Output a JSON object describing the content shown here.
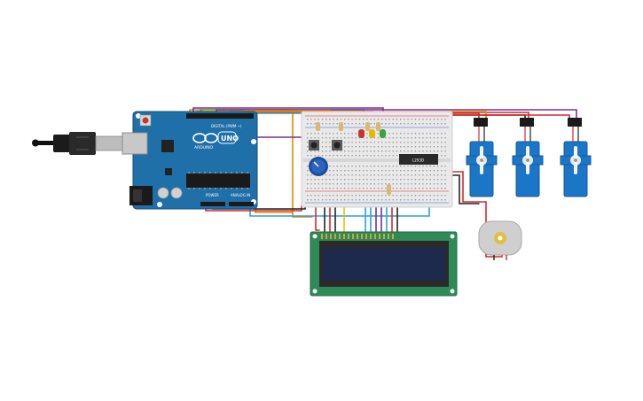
{
  "arduino": {
    "name_label": "ARDUINO",
    "model_label": "UNO",
    "digital_label": "DIGITAL (PWM ~)",
    "power_label": "POWER",
    "analog_label": "ANALOG IN"
  },
  "breadboard": {
    "ic_label": "L293D"
  },
  "colors": {
    "arduino_board": "#1f6fa8",
    "breadboard": "#e9e9e9",
    "servo_body": "#1c76c7",
    "lcd_pcb": "#2e8b57",
    "lcd_screen": "#1d2a4d",
    "motor_body": "#cfcfcf",
    "wire_red": "#d42a2a",
    "wire_black": "#222222",
    "wire_orange": "#e08a00",
    "wire_purple": "#7a2f9a",
    "wire_blue": "#2aa0d8",
    "wire_yellow": "#e6c200",
    "wire_green": "#3aa23a"
  },
  "icons": {
    "usb": "usb-cable-icon",
    "power_jack": "dc-jack-icon",
    "reset": "reset-button-icon"
  }
}
